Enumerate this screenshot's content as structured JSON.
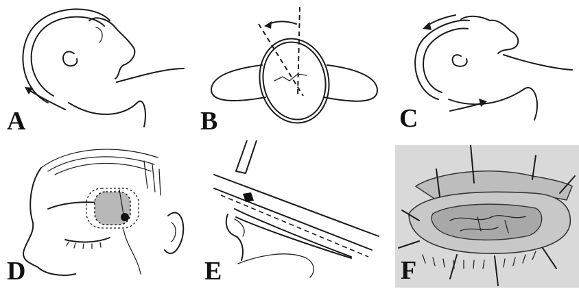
{
  "panels": [
    {
      "id": "A",
      "label": "A"
    },
    {
      "id": "B",
      "label": "B"
    },
    {
      "id": "C",
      "label": "C"
    },
    {
      "id": "D",
      "label": "D"
    },
    {
      "id": "E",
      "label": "E"
    },
    {
      "id": "F",
      "label": "F"
    }
  ],
  "colors": {
    "ink": "#1a1a1a",
    "shading": "#b8b8b8",
    "panel_f_background": "#d9d9d9"
  }
}
